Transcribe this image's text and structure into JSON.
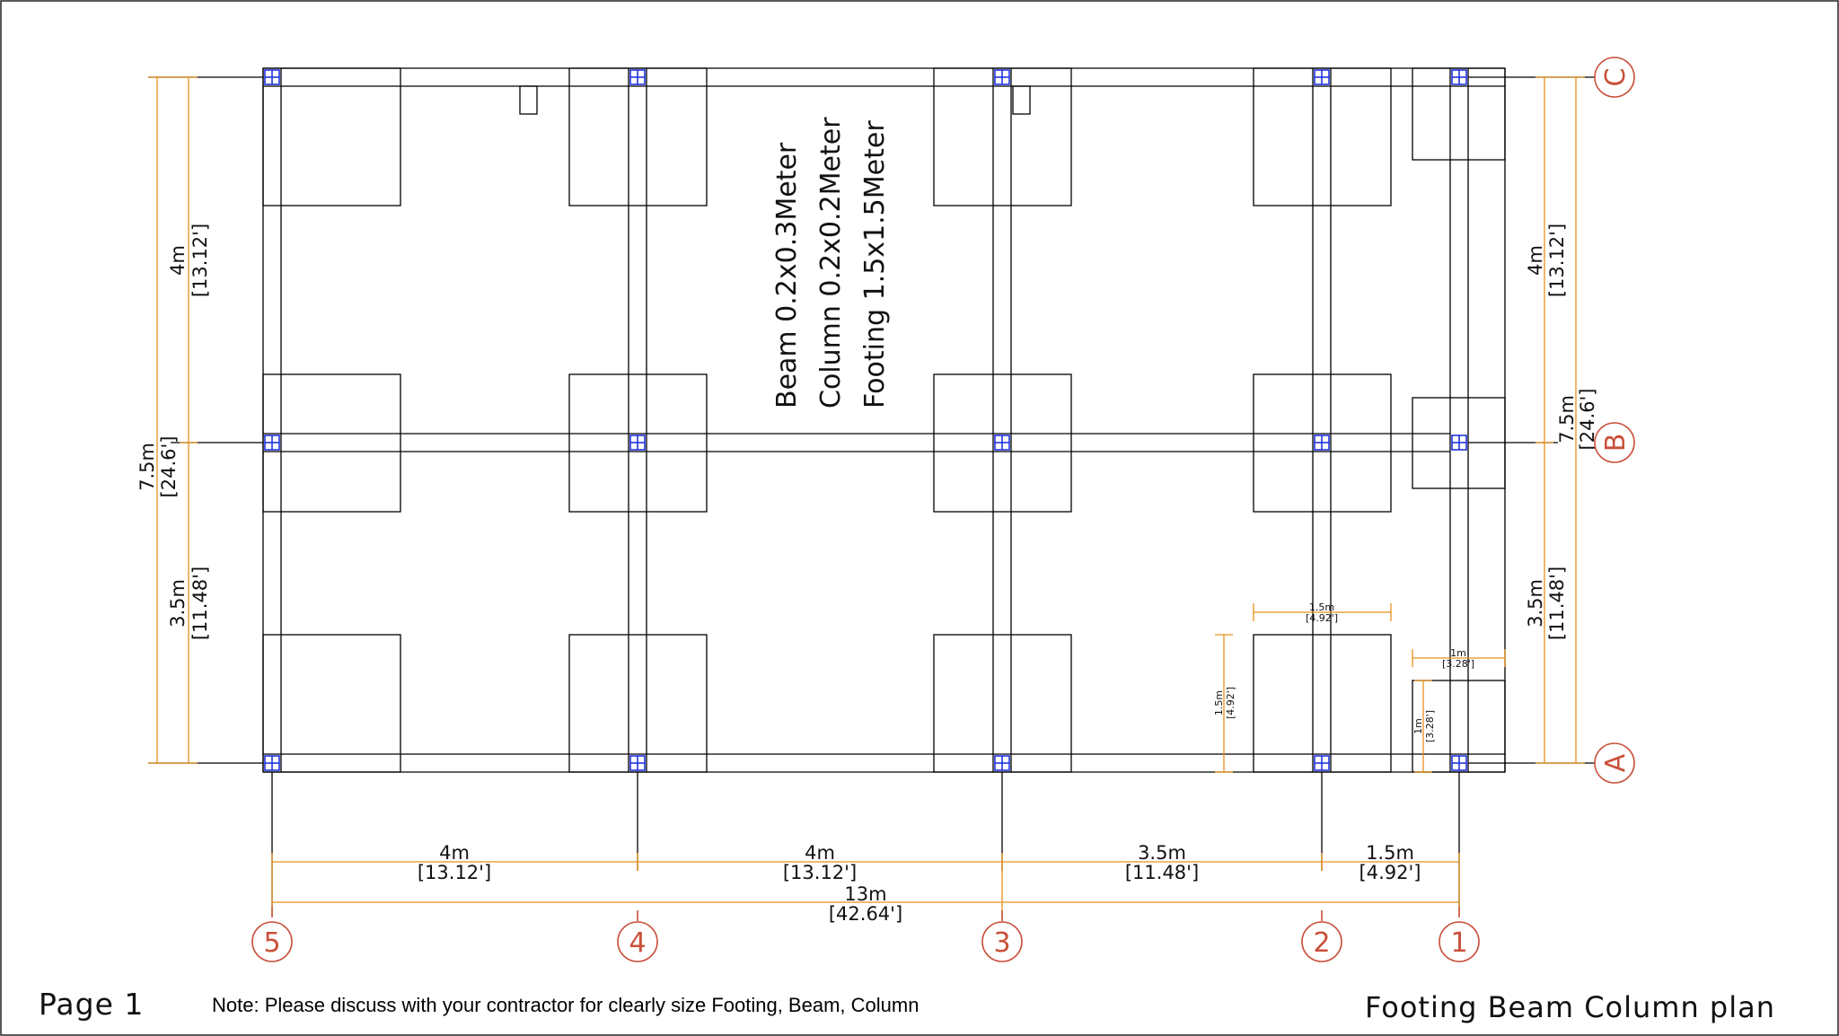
{
  "title_block": {
    "page": "Page 1",
    "note": "Note: Please discuss with your contractor for clearly size Footing, Beam, Column",
    "drawing_title": "Footing Beam Column plan"
  },
  "spec": {
    "beam": "Beam  0.2x0.3Meter",
    "column": "Column  0.2x0.2Meter",
    "footing": "Footing  1.5x1.5Meter"
  },
  "grid": {
    "columns_labels": [
      "5",
      "4",
      "3",
      "2",
      "1"
    ],
    "row_labels": [
      "C",
      "B",
      "A"
    ]
  },
  "dims_bottom": [
    {
      "m": "4m",
      "ft": "[13.12']"
    },
    {
      "m": "4m",
      "ft": "[13.12']"
    },
    {
      "m": "3.5m",
      "ft": "[11.48']"
    },
    {
      "m": "1.5m",
      "ft": "[4.92']"
    }
  ],
  "dim_total_bottom": {
    "m": "13m",
    "ft": "[42.64']"
  },
  "dims_left": [
    {
      "m": "4m",
      "ft": "[13.12']"
    },
    {
      "m": "3.5m",
      "ft": "[11.48']"
    }
  ],
  "dim_total_left": {
    "m": "7.5m",
    "ft": "[24.6']"
  },
  "dims_right": [
    {
      "m": "4m",
      "ft": "[13.12']"
    },
    {
      "m": "3.5m",
      "ft": "[11.48']"
    }
  ],
  "dim_total_right": {
    "m": "7.5m",
    "ft": "[24.6']"
  },
  "footing_dims": {
    "large_width": {
      "m": "1.5m",
      "ft": "[4.92']"
    },
    "large_height": {
      "m": "1.5m",
      "ft": "[4.92']"
    },
    "small_width": {
      "m": "1m",
      "ft": "[3.28']"
    },
    "small_height": {
      "m": "1m",
      "ft": "[3.28']"
    }
  }
}
